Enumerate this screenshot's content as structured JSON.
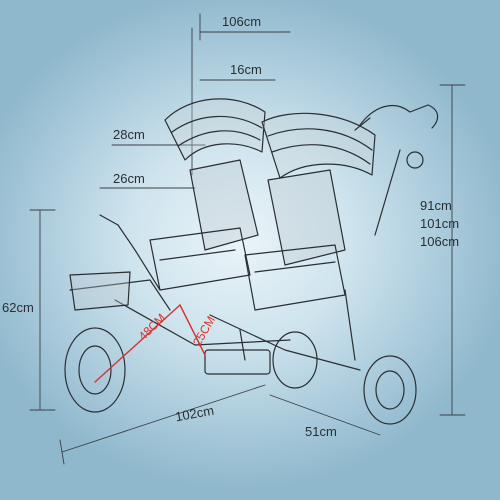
{
  "dimensions": {
    "top_width": "106cm",
    "canopy_width": "16cm",
    "seat_depth_upper": "28cm",
    "seat_depth_lower": "26cm",
    "seat_height": "62cm",
    "handle_heights": [
      "91cm",
      "101cm",
      "106cm"
    ],
    "length": "102cm",
    "rear_width": "51cm",
    "footrest_diagonal": "48CM",
    "footrest_depth": "25CM"
  },
  "colors": {
    "background": "#cfe4ee",
    "line": "#2a2f33",
    "accent": "#d9322b"
  }
}
